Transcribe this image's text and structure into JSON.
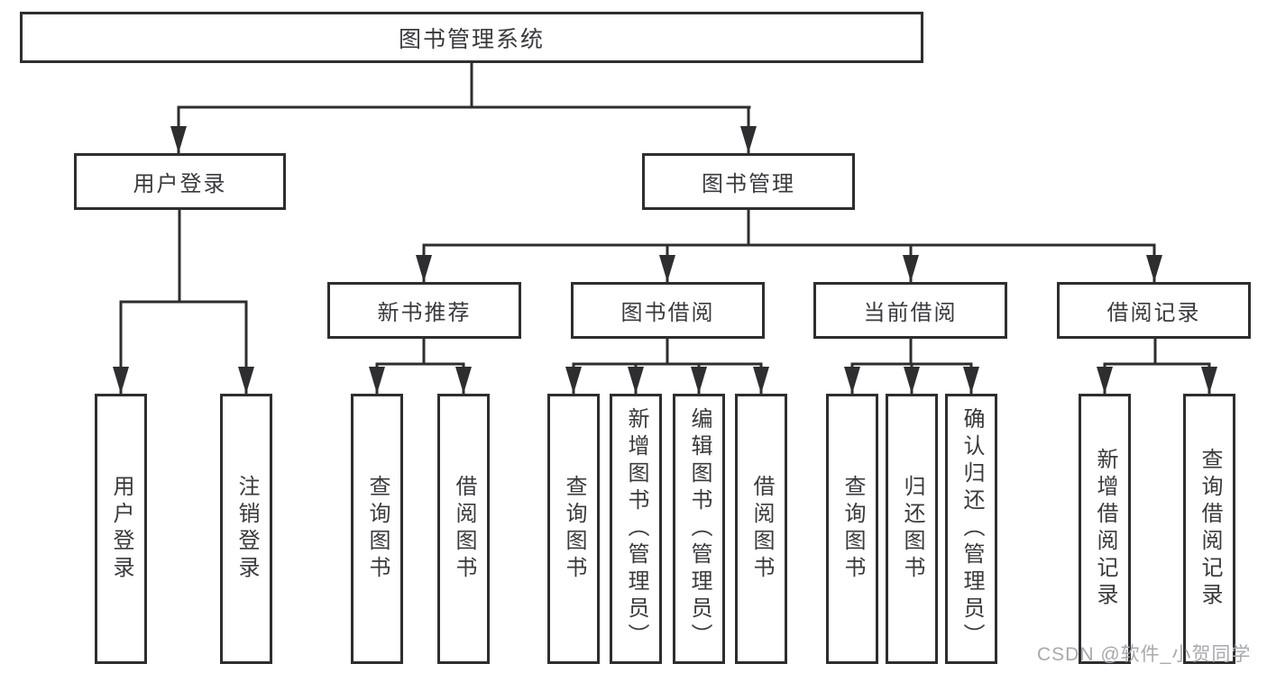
{
  "nodes": {
    "root": "图书管理系统",
    "l2": [
      "用户登录",
      "图书管理"
    ],
    "l3": [
      "新书推荐",
      "图书借阅",
      "当前借阅",
      "借阅记录"
    ],
    "leaves": {
      "login": [
        "用户登录",
        "注销登录"
      ],
      "recommend": [
        "查询图书",
        "借阅图书"
      ],
      "borrow": [
        "查询图书",
        "新增图书（管理员）",
        "编辑图书（管理员）",
        "借阅图书"
      ],
      "current": [
        "查询图书",
        "归还图书",
        "确认归还（管理员）"
      ],
      "records": [
        "新增借阅记录",
        "查询借阅记录"
      ]
    }
  },
  "watermark": "CSDN @软件_小贺同学",
  "colors": {
    "line": "#2e2e31",
    "text": "#3a3a3e",
    "watermark": "#a7a9ae",
    "background": "#ffffff"
  }
}
